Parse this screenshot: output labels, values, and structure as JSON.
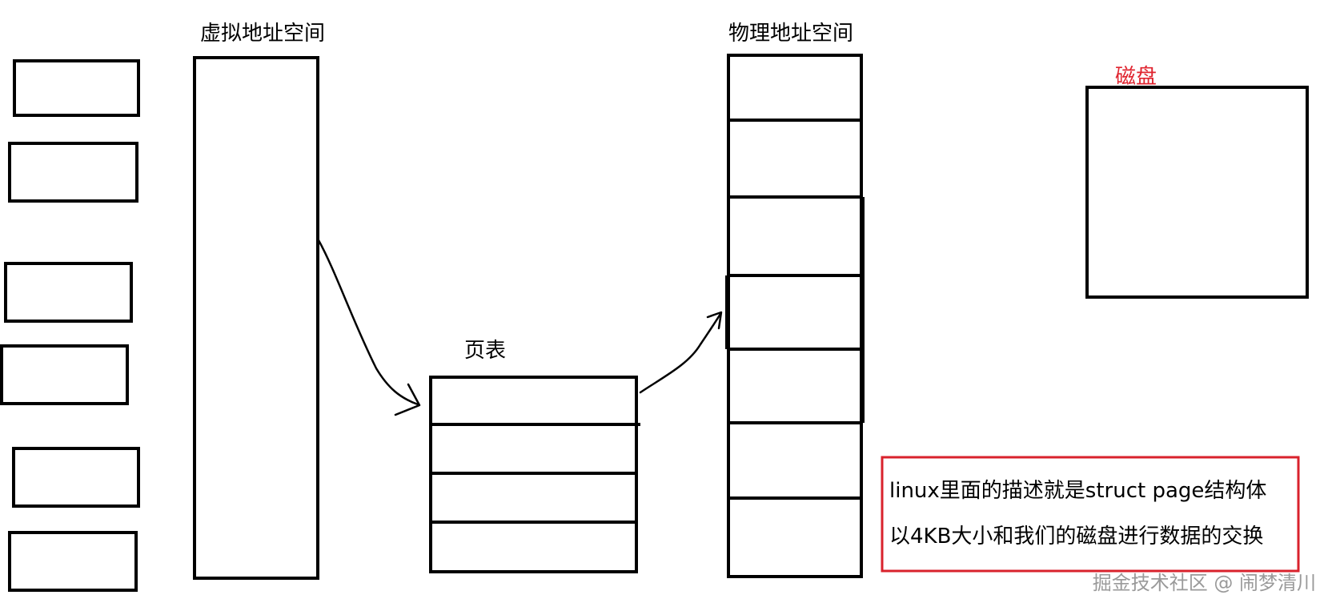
{
  "labels": {
    "virtual_address_space": "虚拟地址空间",
    "physical_address_space": "物理地址空间",
    "page_table": "页表",
    "disk": "磁盘"
  },
  "note": {
    "line1": "linux里面的描述就是struct page结构体",
    "line2": "以4KB大小和我们的磁盘进行数据的交换"
  },
  "watermark": "掘金技术社区 @ 闹梦清川",
  "colors": {
    "disk_label": "#e0242f",
    "note_border": "#d9222c",
    "stroke": "#000000",
    "watermark": "#9a9a9a"
  },
  "counts": {
    "process_boxes": 6,
    "page_table_rows": 4,
    "physical_frames": 7
  }
}
